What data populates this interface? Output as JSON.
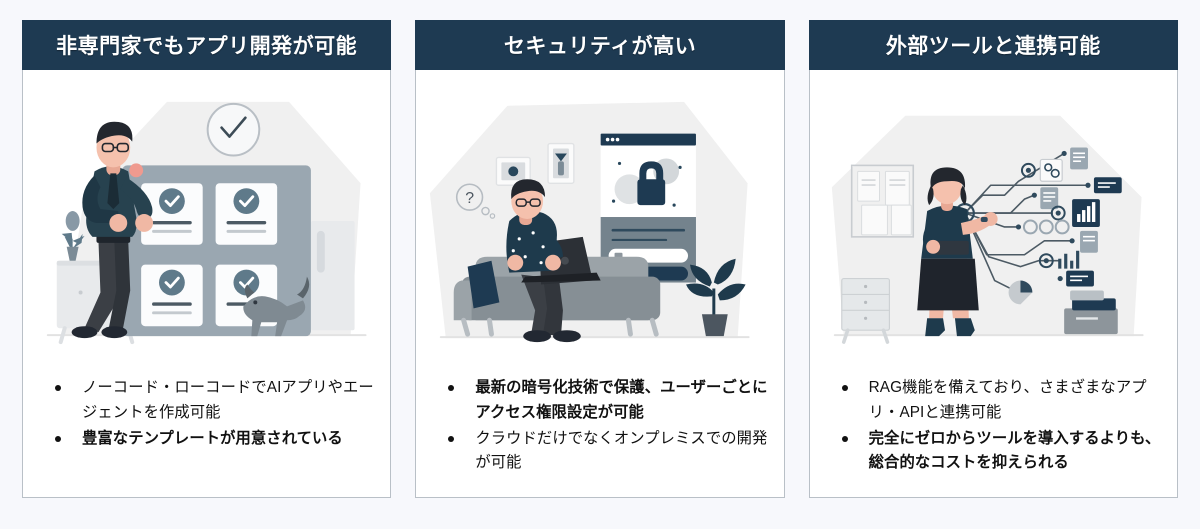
{
  "page": {
    "background_color": "#f7f8fc",
    "header_bg_color": "#1e3a52",
    "header_text_color": "#ffffff",
    "panel_border_color": "#b9c0c7",
    "accent_slate": "#5f7a8a",
    "body_text_color": "#111111"
  },
  "panels": [
    {
      "id": "no-code-development",
      "title": "非専門家でもアプリ開発が可能",
      "illustration_name": "person-with-checklist-board-and-dog",
      "bullets": [
        {
          "text": "ノーコード・ローコードでAIアプリやエージェントを作成可能",
          "bold": false
        },
        {
          "text": "豊富なテンプレートが用意されている",
          "bold": true
        }
      ]
    },
    {
      "id": "high-security",
      "title": "セキュリティが高い",
      "illustration_name": "person-on-couch-with-laptop-and-secure-login-screen",
      "bullets": [
        {
          "text": "最新の暗号化技術で保護、ユーザーごとにアクセス権限設定が可能",
          "bold": true
        },
        {
          "text": "クラウドだけでなくオンプレミスでの開発が可能",
          "bold": false
        }
      ]
    },
    {
      "id": "external-tool-integration",
      "title": "外部ツールと連携可能",
      "illustration_name": "woman-with-branching-integration-network",
      "bullets": [
        {
          "text": "RAG機能を備えており、さまざまなアプリ・APIと連携可能",
          "bold": false
        },
        {
          "text": "完全にゼロからツールを導入するよりも、総合的なコストを抑えられる",
          "bold": true
        }
      ]
    }
  ]
}
